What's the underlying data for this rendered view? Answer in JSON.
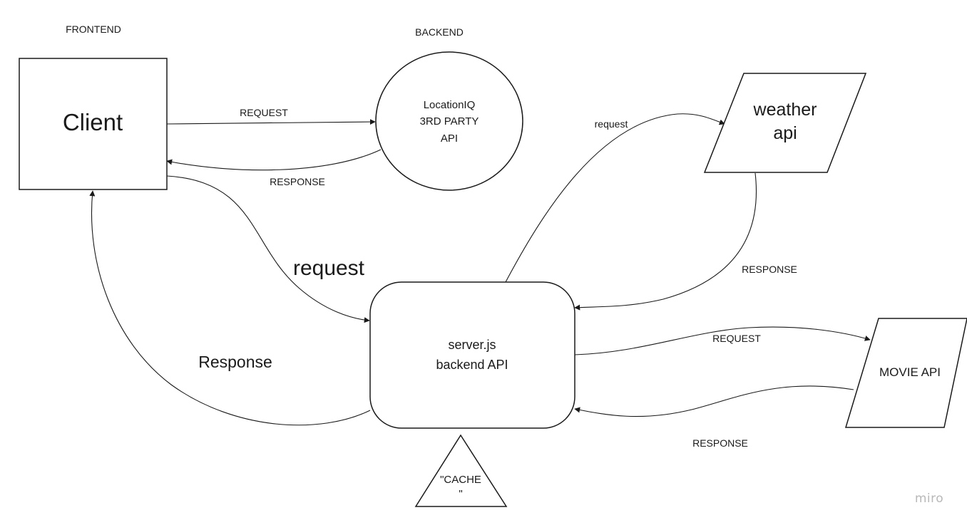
{
  "sections": {
    "frontend": "FRONTEND",
    "backend": "BACKEND"
  },
  "nodes": {
    "client": "Client",
    "locationiq": [
      "LocationIQ",
      "3RD PARTY",
      "API"
    ],
    "weather": [
      "weather",
      "api"
    ],
    "server": [
      "server.js",
      "backend API"
    ],
    "movie": "MOVIE API",
    "cache": [
      "\"CACHE",
      "\""
    ]
  },
  "edges": {
    "client_locationiq_request": "REQUEST",
    "locationiq_client_response": "RESPONSE",
    "client_server_request": "request",
    "server_client_response": "Response",
    "server_weather_request": "request",
    "weather_server_response": "RESPONSE",
    "server_movie_request": "REQUEST",
    "movie_server_response": "RESPONSE"
  },
  "watermark": "miro",
  "colors": {
    "stroke": "#1a1a1a",
    "background": "#ffffff",
    "watermark": "#b8b8b8"
  }
}
